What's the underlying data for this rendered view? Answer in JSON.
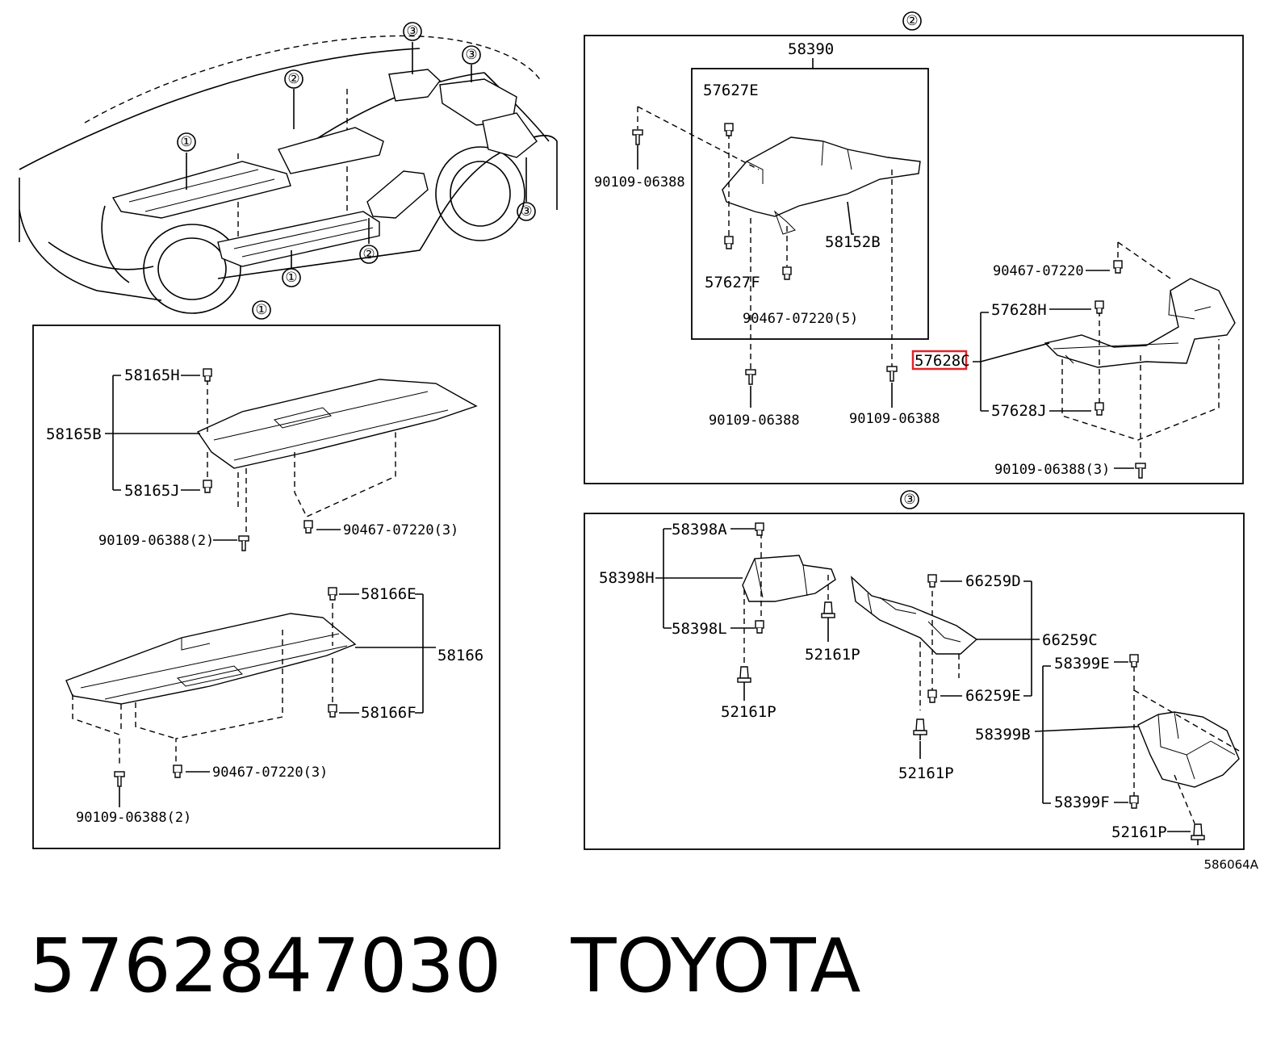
{
  "callouts": {
    "one": "①",
    "two": "②",
    "three": "③"
  },
  "diagram_code": "586064A",
  "group1": {
    "upper": {
      "main": "58165B",
      "clip_top": "58165H",
      "clip_bottom": "58165J",
      "bolt": "90109-06388(2)",
      "screw": "90467-07220(3)"
    },
    "lower": {
      "main": "58166",
      "clip_top": "58166E",
      "clip_bottom": "58166F",
      "screw": "90467-07220(3)",
      "bolt": "90109-06388(2)"
    }
  },
  "group2": {
    "assembly": "58390",
    "clip_e": "57627E",
    "clip_f": "57627F",
    "bracket": "58152B",
    "screw_inner": "90467-07220(5)",
    "bolt_upper_left": "90109-06388",
    "bolt_lower_left": "90109-06388",
    "bolt_lower_mid": "90109-06388",
    "screw_right": "90467-07220",
    "clip_h": "57628H",
    "highlighted": "57628C",
    "clip_j": "57628J",
    "bolt_right": "90109-06388(3)"
  },
  "group3": {
    "a": "58398A",
    "h": "58398H",
    "l": "58398L",
    "pin1": "52161P",
    "pin2": "52161P",
    "pin3": "52161P",
    "pin4": "52161P",
    "d": "66259D",
    "c": "66259C",
    "e": "66259E",
    "e2": "58399E",
    "b": "58399B",
    "f": "58399F"
  },
  "footer": {
    "part_number": "5762847030",
    "brand": "TOYOTA"
  }
}
